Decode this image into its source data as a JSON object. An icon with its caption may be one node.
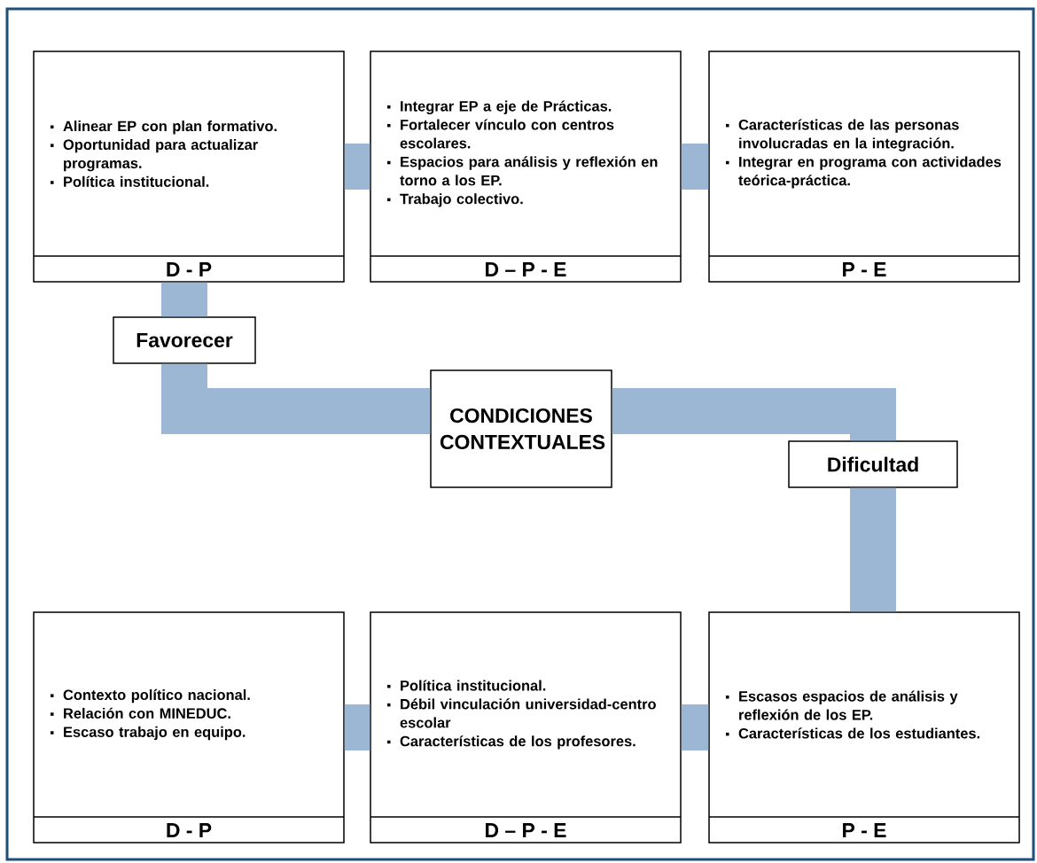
{
  "diagram": {
    "nodes": [
      {
        "text": [
          "Alinear EP con plan formativo.",
          "Oportunidad para actualizar programas.",
          "Política institucional.",
          "D - P"
        ]
      },
      {
        "text": [
          "Integrar EP a eje de Prácticas.",
          "Fortalecer vínculo con centros escolares.",
          "Espacios para análisis y reflexión en torno a los EP.",
          "Trabajo colectivo.",
          "D – P - E"
        ]
      },
      {
        "text": [
          "Características  de las personas involucradas en la integración.",
          "Integrar en programa con actividades teórica-práctica.",
          "P - E"
        ]
      },
      {
        "text": [
          "Favorecer"
        ]
      },
      {
        "text": [
          "CONDICIONES CONTEXTUALES"
        ]
      },
      {
        "text": [
          "Dificultad"
        ]
      },
      {
        "text": [
          "Contexto político nacional.",
          "Relación con MINEDUC.",
          "Escaso trabajo en equipo.",
          "D - P"
        ]
      },
      {
        "text": [
          "Política institucional.",
          "Débil vinculación universidad-centro escolar",
          "Características de los profesores.",
          "D – P - E"
        ]
      },
      {
        "text": [
          "Escasos espacios de análisis y reflexión de los EP.",
          "Características de los estudiantes.",
          "P - E"
        ]
      }
    ],
    "edges": [
      {
        "from": 0,
        "to": 1,
        "arrow": "none"
      },
      {
        "from": 1,
        "to": 2,
        "arrow": "none"
      },
      {
        "from": 0,
        "to": 3,
        "arrow": "none"
      },
      {
        "from": 3,
        "to": 4,
        "arrow": "none"
      },
      {
        "from": 4,
        "to": 5,
        "arrow": "none"
      },
      {
        "from": 5,
        "to": 8,
        "arrow": "none"
      },
      {
        "from": 6,
        "to": 7,
        "arrow": "none"
      },
      {
        "from": 7,
        "to": 8,
        "arrow": "none"
      }
    ]
  }
}
